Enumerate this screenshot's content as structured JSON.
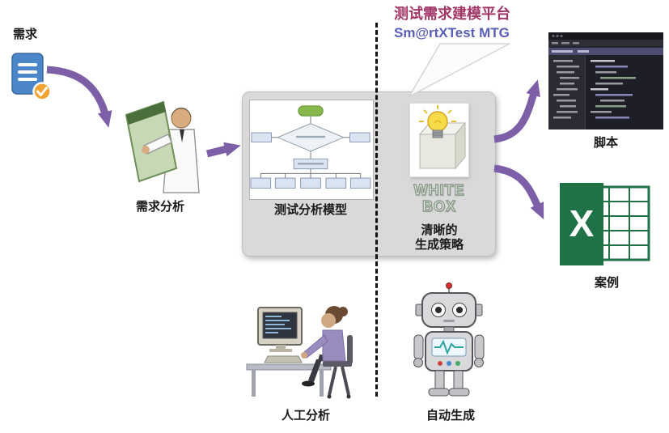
{
  "bubble": {
    "title": "测试需求建模平台",
    "subtitle": "Sm@rtXTest MTG",
    "title_color": "#a23567",
    "subtitle_color": "#5a5fb8"
  },
  "labels": {
    "requirements": "需求",
    "requirements_analysis": "需求分析",
    "model": "测试分析模型",
    "whitebox_line1": "WHITE",
    "whitebox_line2": "BOX",
    "strategy_line1": "清晰的",
    "strategy_line2": "生成策略",
    "script": "脚本",
    "case": "案例",
    "manual": "人工分析",
    "auto": "自动生成"
  },
  "icons": {
    "excel_letter": "X"
  },
  "colors": {
    "arrow": "#7d5fa7",
    "process_box_fill": "#d9d9d9",
    "excel_green": "#1f7246",
    "doc_blue": "#4a86c8",
    "badge_orange": "#f0a233",
    "divider": "#111111"
  }
}
